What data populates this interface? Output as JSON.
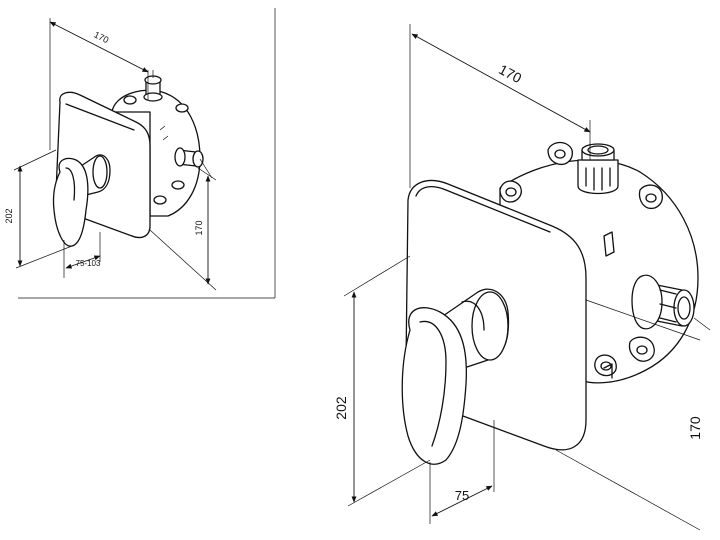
{
  "small_view": {
    "width_label": "170",
    "height_label": "202",
    "depth_label": "170",
    "projection_label": "75-103"
  },
  "large_view": {
    "width_label": "170",
    "height_label": "202",
    "depth_label": "170",
    "projection_label": "75"
  },
  "colors": {
    "line": "#111111",
    "background": "#ffffff"
  }
}
